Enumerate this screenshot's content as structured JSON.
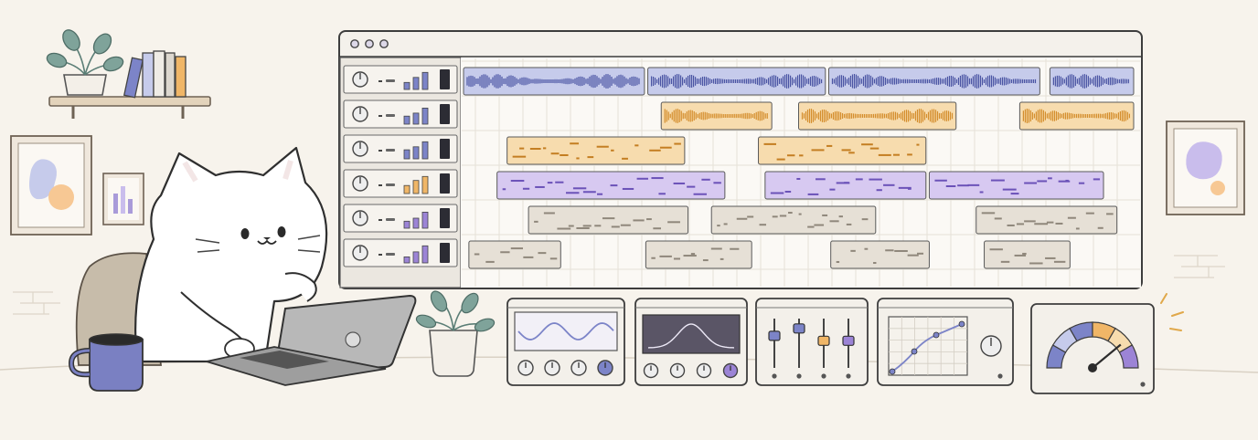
{
  "scene": {
    "palette": {
      "background": "#f7f3ec",
      "ink": "#3a3a3a",
      "blue": "#7c84c8",
      "blue_light": "#c6cbeb",
      "orange": "#f0b667",
      "orange_light": "#f7dcae",
      "purple": "#9c84d6",
      "purple_light": "#d7c9f1",
      "gray": "#cfc8bd",
      "gray_light": "#e6e0d6",
      "panel": "#f3f0ea",
      "plant": "#7fa39a",
      "mug": "#7a80c2",
      "chair": "#c7bcaa",
      "laptop": "#b4b4b4"
    },
    "daw": {
      "window_controls": [
        "close-dot",
        "minimize-dot",
        "maximize-dot"
      ],
      "tracks": [
        {
          "color": "blue",
          "meter_color": "blue",
          "meter_levels": [
            0.35,
            0.6,
            0.85
          ],
          "clips": [
            {
              "start": 0.0,
              "end": 0.27,
              "kind": "waveform"
            },
            {
              "start": 0.275,
              "end": 0.54,
              "kind": "waveform"
            },
            {
              "start": 0.545,
              "end": 0.86,
              "kind": "waveform"
            },
            {
              "start": 0.875,
              "end": 1.0,
              "kind": "waveform"
            }
          ]
        },
        {
          "color": "orange",
          "meter_color": "blue",
          "meter_levels": [
            0.4,
            0.55,
            0.8
          ],
          "clips": [
            {
              "start": 0.295,
              "end": 0.46,
              "kind": "waveform"
            },
            {
              "start": 0.5,
              "end": 0.735,
              "kind": "waveform"
            },
            {
              "start": 0.83,
              "end": 1.0,
              "kind": "waveform"
            }
          ]
        },
        {
          "color": "orange",
          "meter_color": "blue",
          "meter_levels": [
            0.45,
            0.6,
            0.85
          ],
          "clips": [
            {
              "start": 0.065,
              "end": 0.33,
              "kind": "midi"
            },
            {
              "start": 0.44,
              "end": 0.69,
              "kind": "midi"
            }
          ]
        },
        {
          "color": "purple",
          "meter_color": "orange",
          "meter_levels": [
            0.4,
            0.65,
            0.85
          ],
          "clips": [
            {
              "start": 0.05,
              "end": 0.39,
              "kind": "midi"
            },
            {
              "start": 0.45,
              "end": 0.69,
              "kind": "midi"
            },
            {
              "start": 0.695,
              "end": 0.955,
              "kind": "midi"
            }
          ]
        },
        {
          "color": "gray",
          "meter_color": "purple",
          "meter_levels": [
            0.35,
            0.5,
            0.8
          ],
          "clips": [
            {
              "start": 0.097,
              "end": 0.335,
              "kind": "midi"
            },
            {
              "start": 0.37,
              "end": 0.615,
              "kind": "midi"
            },
            {
              "start": 0.765,
              "end": 0.975,
              "kind": "midi"
            }
          ]
        },
        {
          "color": "gray",
          "meter_color": "purple",
          "meter_levels": [
            0.3,
            0.55,
            0.85
          ],
          "clips": [
            {
              "start": 0.008,
              "end": 0.145,
              "kind": "midi"
            },
            {
              "start": 0.272,
              "end": 0.43,
              "kind": "midi"
            },
            {
              "start": 0.548,
              "end": 0.695,
              "kind": "midi"
            },
            {
              "start": 0.777,
              "end": 0.905,
              "kind": "midi"
            }
          ]
        }
      ]
    },
    "modules": [
      {
        "kind": "oscilloscope",
        "knob_count": 4,
        "accent_knob_color": "blue"
      },
      {
        "kind": "filter-curve",
        "knob_count": 4,
        "accent_knob_color": "purple"
      },
      {
        "kind": "fader-bank",
        "fader_levels": [
          0.35,
          0.2,
          0.45,
          0.45
        ],
        "fader_colors": [
          "blue",
          "blue",
          "orange",
          "purple"
        ]
      },
      {
        "kind": "envelope-graph",
        "knob_count": 1
      },
      {
        "kind": "level-gauge",
        "needle_level": 0.78,
        "segment_colors": [
          "blue",
          "blue_light",
          "blue",
          "orange",
          "orange_light",
          "purple"
        ]
      }
    ]
  }
}
